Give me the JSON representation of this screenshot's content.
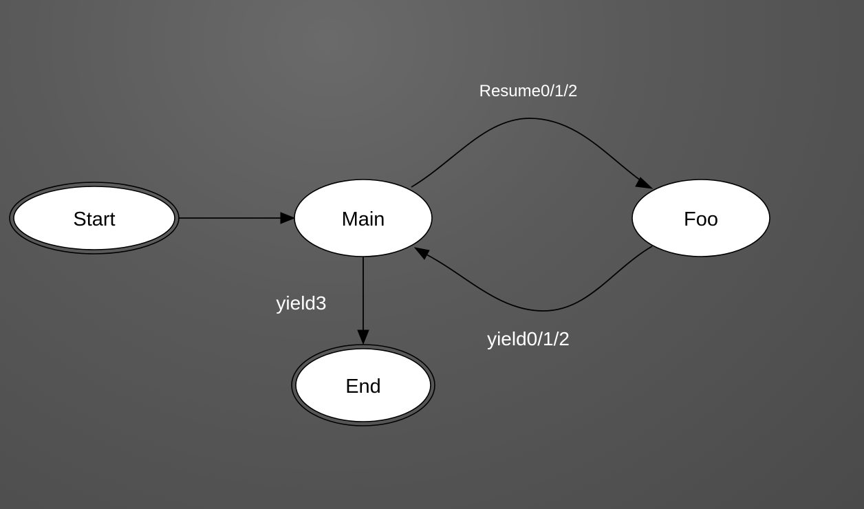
{
  "diagram": {
    "nodes": {
      "start": {
        "label": "Start",
        "accepting": true
      },
      "main": {
        "label": "Main",
        "accepting": false
      },
      "foo": {
        "label": "Foo",
        "accepting": false
      },
      "end": {
        "label": "End",
        "accepting": true
      }
    },
    "edges": {
      "start_to_main": {
        "from": "Start",
        "to": "Main",
        "label": ""
      },
      "main_to_foo": {
        "from": "Main",
        "to": "Foo",
        "label": "Resume0/1/2"
      },
      "foo_to_main": {
        "from": "Foo",
        "to": "Main",
        "label": "yield0/1/2"
      },
      "main_to_end": {
        "from": "Main",
        "to": "End",
        "label": "yield3"
      }
    },
    "colors": {
      "background": "#5a5a5a",
      "node_fill": "#ffffff",
      "node_stroke": "#000000",
      "edge_label": "#ffffff"
    }
  }
}
